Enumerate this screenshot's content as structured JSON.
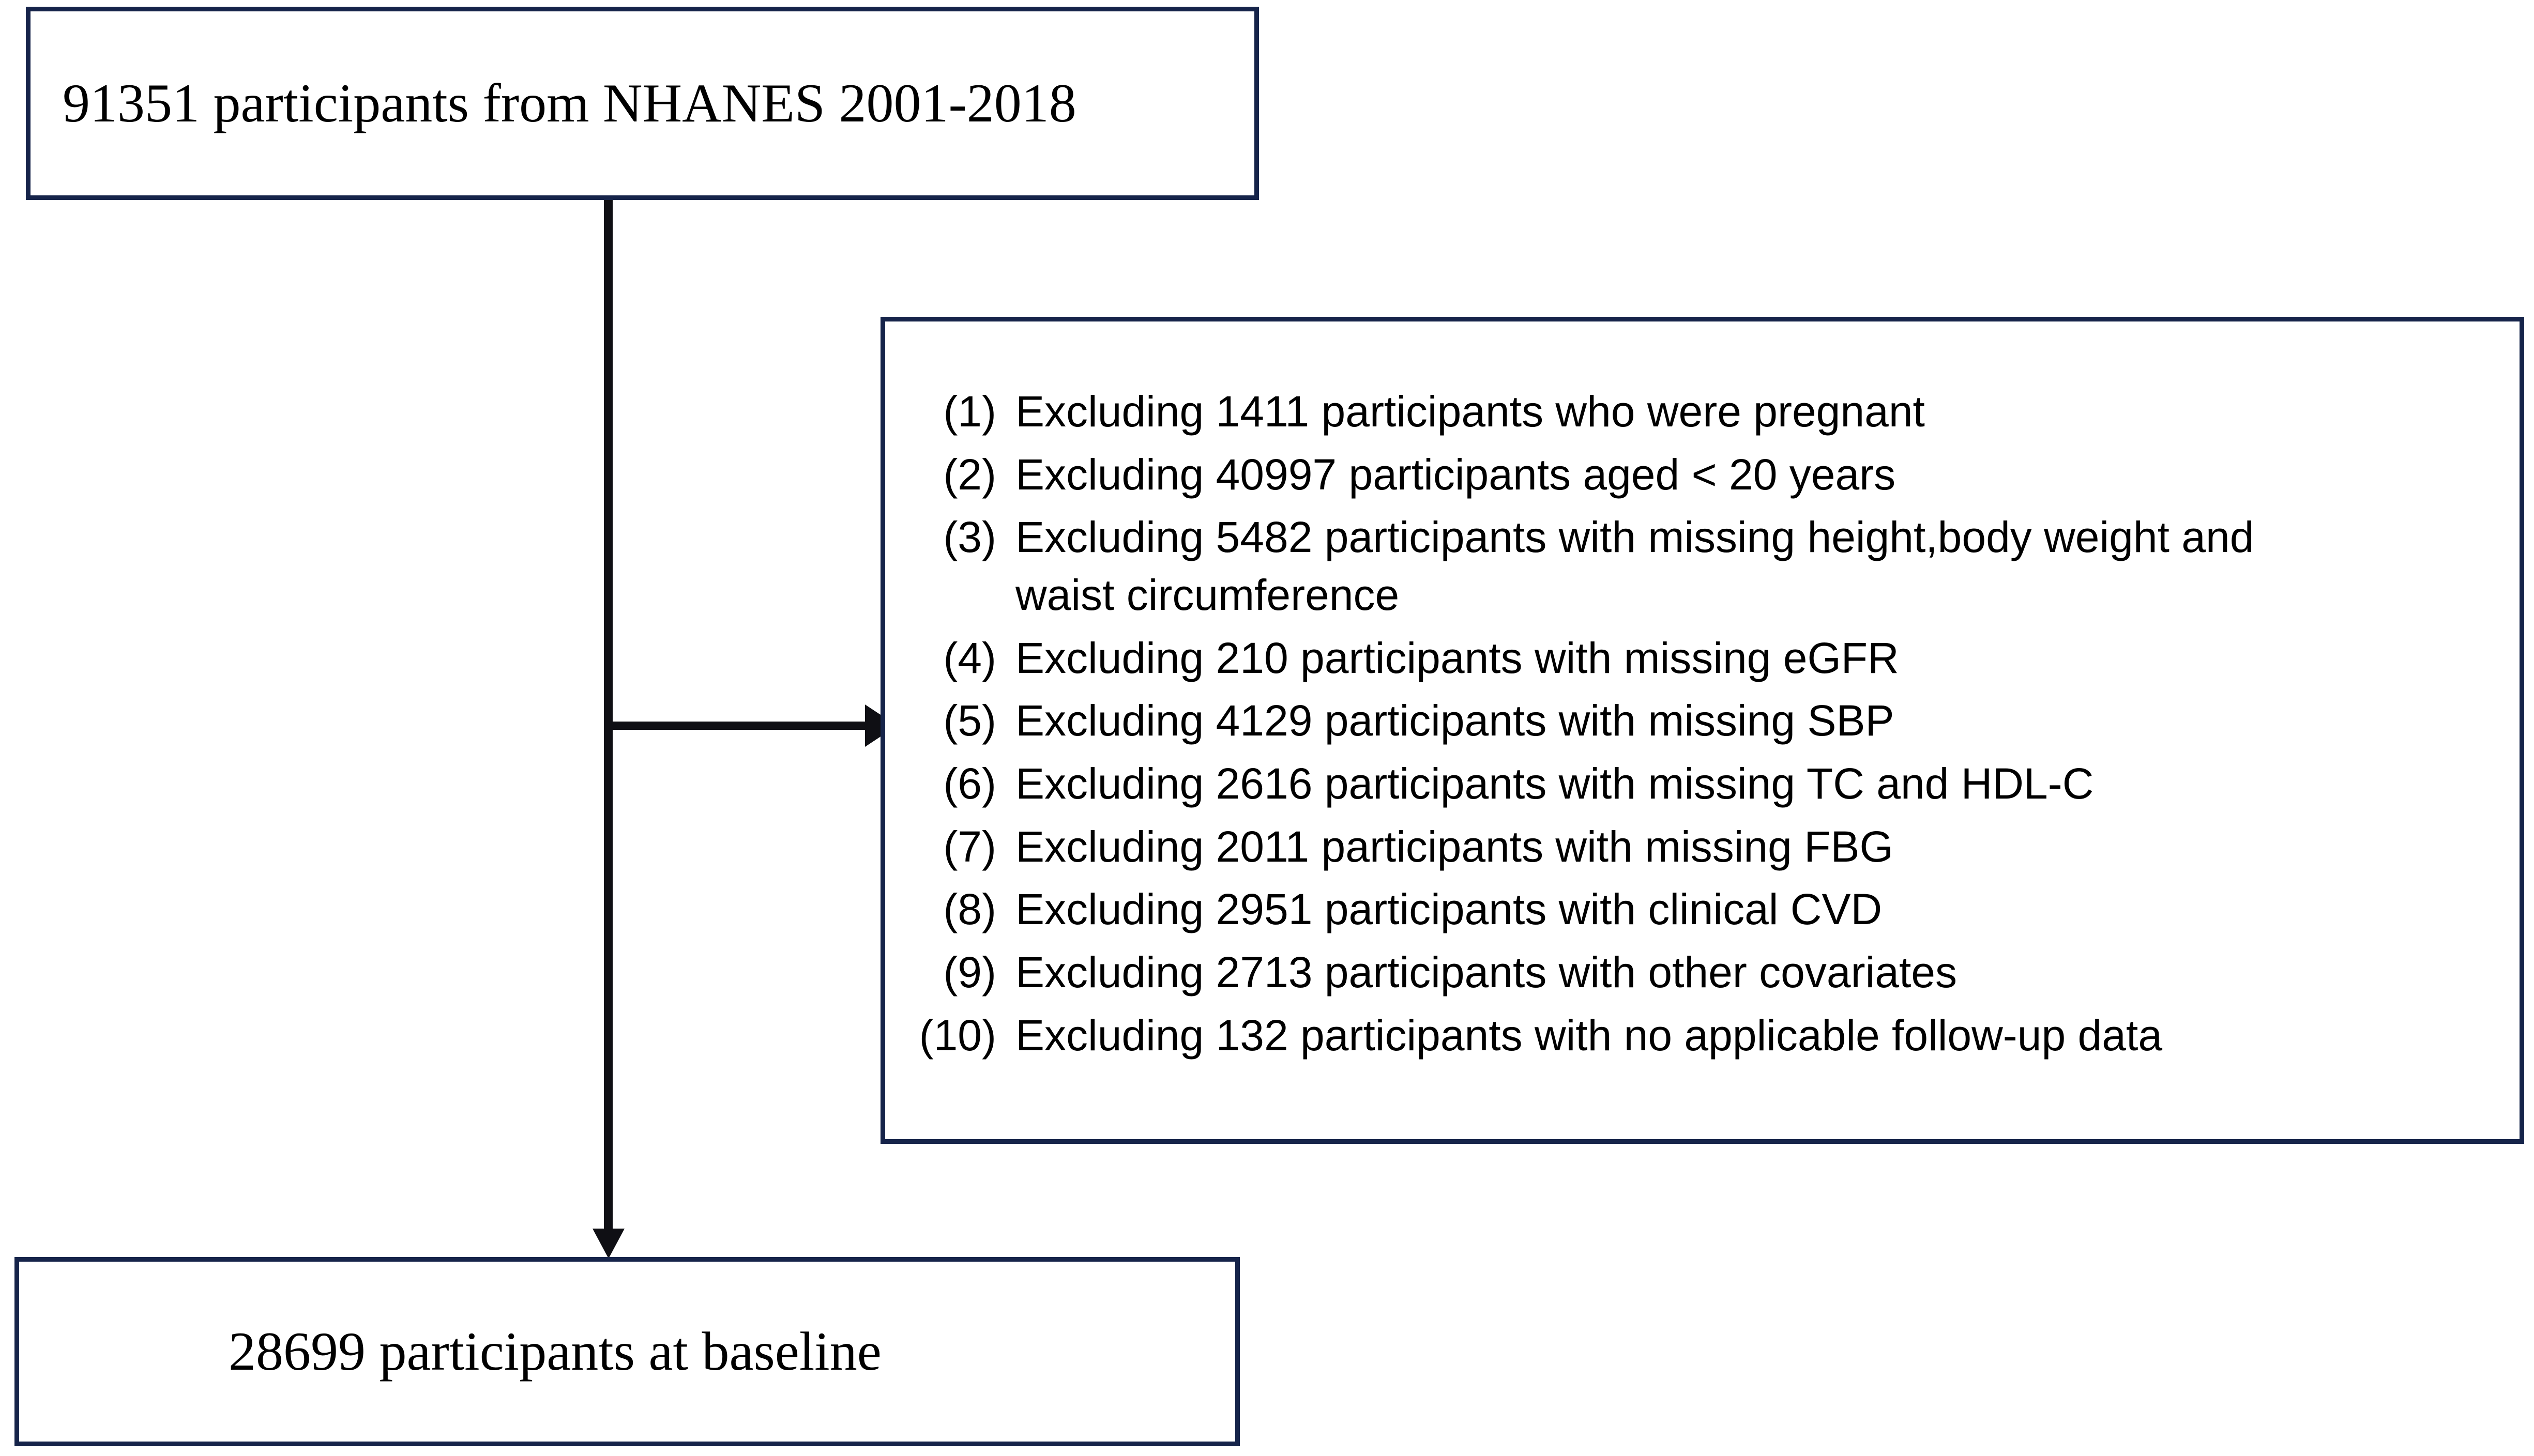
{
  "figure": {
    "type": "study-flowchart",
    "accent_color": "#16244A",
    "connector_color": "#0f0f14",
    "background_color": "#ffffff"
  },
  "top_box": {
    "label": "91351 participants from NHANES 2001-2018"
  },
  "bottom_box": {
    "label": "28699 participants at baseline"
  },
  "exclusions": {
    "items": [
      {
        "number": "(1)",
        "text": "Excluding 1411 participants who were pregnant",
        "wrap": ""
      },
      {
        "number": "(2)",
        "text": "Excluding 40997 participants aged <  20 years",
        "wrap": ""
      },
      {
        "number": "(3)",
        "text": "Excluding 5482 participants with missing height,body weight and",
        "wrap": "waist circumference"
      },
      {
        "number": "(4)",
        "text": "Excluding 210 participants with missing eGFR",
        "wrap": ""
      },
      {
        "number": "(5)",
        "text": "Excluding 4129 participants with missing SBP",
        "wrap": ""
      },
      {
        "number": "(6)",
        "text": "Excluding 2616 participants with missing TC and HDL-C",
        "wrap": ""
      },
      {
        "number": "(7)",
        "text": "Excluding 2011 participants with missing FBG",
        "wrap": ""
      },
      {
        "number": "(8)",
        "text": "Excluding 2951 participants with clinical CVD",
        "wrap": ""
      },
      {
        "number": "(9)",
        "text": "Excluding 2713 participants with other covariates",
        "wrap": ""
      },
      {
        "number": "(10)",
        "text": "Excluding 132 participants with no applicable follow-up data",
        "wrap": ""
      }
    ]
  },
  "connectors": {
    "trunk": "vertical-line",
    "branch": "horizontal-line-to-exclusions",
    "right_arrow": "arrowhead-right",
    "down_arrow": "arrowhead-down"
  }
}
